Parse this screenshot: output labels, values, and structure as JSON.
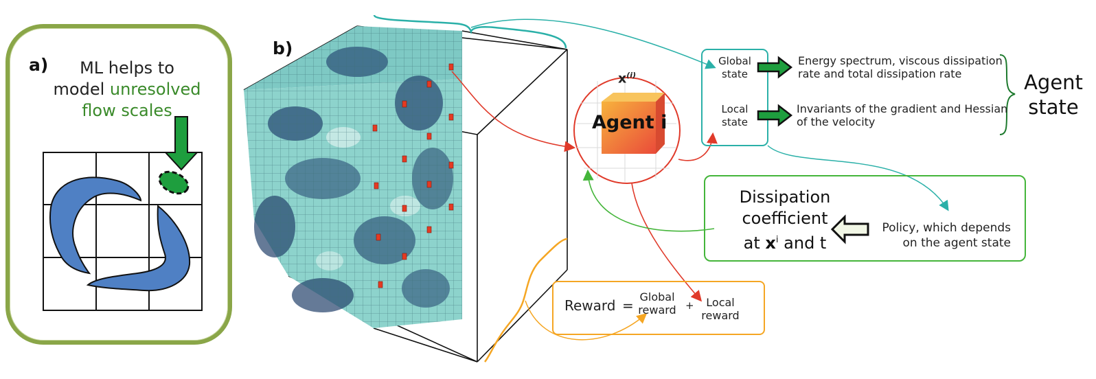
{
  "panel_a": {
    "letter": "a)",
    "line1": "ML helps to",
    "line2_prefix": "model ",
    "line2_highlight": "unresolved",
    "line3": "flow scales"
  },
  "panel_b": {
    "letter": "b)",
    "agent_label": "Agent i",
    "agent_position": "x",
    "agent_position_sup": "(i)"
  },
  "state_box": {
    "global_label_1": "Global",
    "global_label_2": "state",
    "local_label_1": "Local",
    "local_label_2": "state"
  },
  "descriptions": {
    "global_1": "Energy spectrum, viscous dissipation",
    "global_2": "rate and total dissipation rate",
    "local_1": "Invariants of the gradient and Hessian",
    "local_2": "of the velocity"
  },
  "agent_state": {
    "line1": "Agent",
    "line2": "state"
  },
  "policy_box": {
    "coef_1": "Dissipation",
    "coef_2": "coefficient",
    "coef_3_prefix": "at ",
    "coef_3_bold": "x",
    "coef_3_sup": "i",
    "coef_3_suffix": " and t",
    "policy_1": "Policy, which depends",
    "policy_2": "on the agent state"
  },
  "reward_box": {
    "reward": "Reward",
    "equals": "=",
    "global_1": "Global",
    "global_2": "reward",
    "plus": "+",
    "local_1": "Local",
    "local_2": "reward"
  },
  "colors": {
    "panel_a_border": "#8aa648",
    "teal": "#2ab0a8",
    "green": "#44b53a",
    "orange": "#f5a623",
    "red": "#e03a2a",
    "arrow_green": "#1e9e3e",
    "blob_blue": "#4f80c4"
  }
}
